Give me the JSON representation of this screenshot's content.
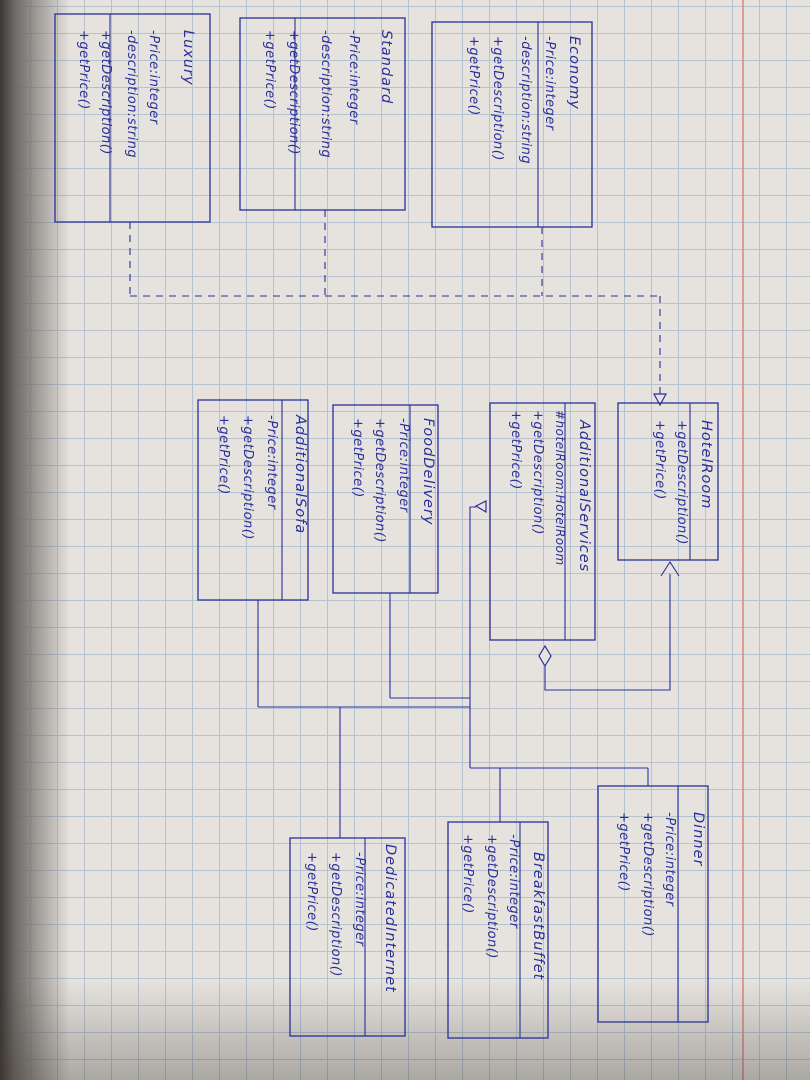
{
  "classes": {
    "economy": {
      "name": "Economy",
      "members": [
        "-Price:integer",
        "-description:string",
        "+getDescription()",
        "+getPrice()"
      ]
    },
    "standard": {
      "name": "Standard",
      "members": [
        "-Price:integer",
        "-description:string",
        "+getDescription()",
        "+getPrice()"
      ]
    },
    "luxury": {
      "name": "Luxury",
      "members": [
        "-Price:integer",
        "-description:string",
        "+getDescription()",
        "+getPrice()"
      ]
    },
    "hotel_room": {
      "name": "HotelRoom",
      "members": [
        "+getDescription()",
        "+getPrice()"
      ]
    },
    "additional_services": {
      "name": "AdditionalServices",
      "members": [
        "#hotelRoom:HotelRoom",
        "+getDescription()",
        "+getPrice()"
      ]
    },
    "food_delivery": {
      "name": "FoodDelivery",
      "members": [
        "-Price:integer",
        "+getDescription()",
        "+getPrice()"
      ]
    },
    "additional_sofa": {
      "name": "AdditionalSofa",
      "members": [
        "-Price:integer",
        "+getDescription()",
        "+getPrice()"
      ]
    },
    "dinner": {
      "name": "Dinner",
      "members": [
        "-Price:integer",
        "+getDescription()",
        "+getPrice()"
      ]
    },
    "breakfast_buffet": {
      "name": "BreakfastBuffet",
      "members": [
        "-Price:integer",
        "+getDescription()",
        "+getPrice()"
      ]
    },
    "dedicated_internet": {
      "name": "DedicatedInternet",
      "members": [
        "-Price:integer",
        "+getDescription()",
        "+getPrice()"
      ]
    }
  },
  "colors": {
    "ink": "#2a2f9a",
    "grid": "#b6c3cf",
    "paper": "#e6e3de",
    "margin": "#d98a86"
  }
}
